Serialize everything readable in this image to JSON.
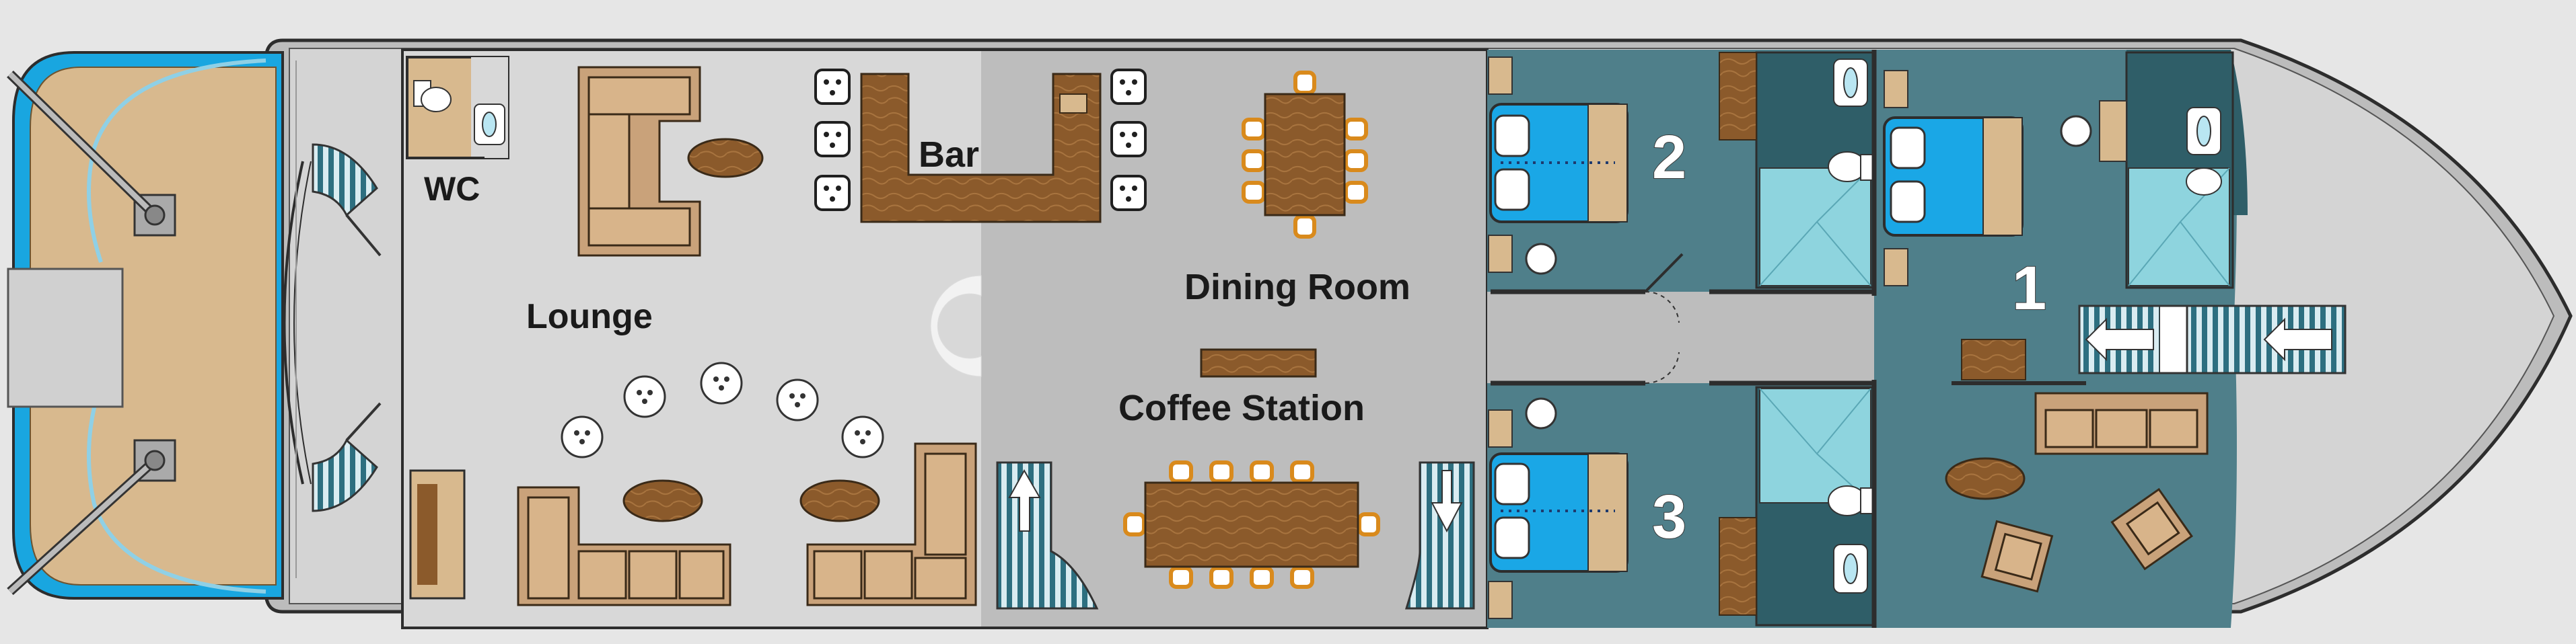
{
  "labels": {
    "wc": "WC",
    "bar": "Bar",
    "lounge": "Lounge",
    "dining_room": "Dining Room",
    "coffee_station": "Coffee Station"
  },
  "cabins": [
    {
      "number": "1"
    },
    {
      "number": "2"
    },
    {
      "number": "3"
    }
  ],
  "icons": [
    "staircase-icon",
    "toilet-icon",
    "sink-icon",
    "double-bed-icon",
    "shower-icon",
    "sofa-icon",
    "armchair-icon",
    "stool-icon",
    "table-icon",
    "arrow-icon",
    "anchor-winch-icon"
  ],
  "colors": {
    "hull_outline": "#2d2d2d",
    "deck_light": "#d6d6d6",
    "deck_mid": "#bdbdbd",
    "cabin_teal": "#4f7f8a",
    "cabin_dark_teal": "#2f5e68",
    "bed_blue": "#1aa7e6",
    "shower_aqua": "#8ed4de",
    "wood": "#8b5a2b",
    "sofa_tan": "#c9a27a",
    "bow_deck": "#d8b98e",
    "bow_rail": "#19a6e0"
  }
}
